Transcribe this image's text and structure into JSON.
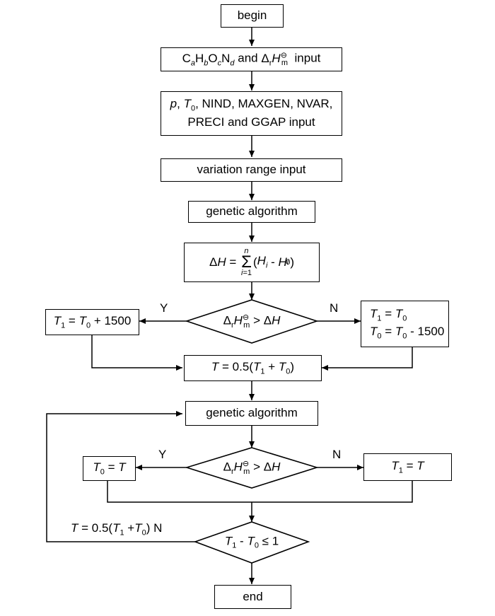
{
  "flowchart": {
    "begin": "begin",
    "input1": {
      "formula": "CaHbOcNd",
      "and": "and",
      "enthalpy": "ΔrHm⊖",
      "input": "input"
    },
    "input2": {
      "line1": "p, T0, NIND, MAXGEN, NVAR,",
      "line2": "PRECI and GGAP input"
    },
    "range_input": "variation range input",
    "ga1": "genetic algorithm",
    "delta_h": "ΔH = Σ(i=1..n) (Hi - Hi0)",
    "decision1": {
      "text": "ΔrHm⊖ > ΔH",
      "yes": "Y",
      "no": "N"
    },
    "yes1": "T1 = T0 + 1500",
    "no1": {
      "line1": "T1 = T0",
      "line2": "T0 = T0 - 1500"
    },
    "t_mid": "T = 0.5(T1 + T0)",
    "ga2": "genetic algorithm",
    "decision2": {
      "text": "ΔrHm⊖ > ΔH",
      "yes": "Y",
      "no": "N"
    },
    "yes2": "T0 = T",
    "no2": "T1 = T",
    "decision3": {
      "text": "T1 - T0 ≤ 1"
    },
    "loop_label": "T = 0.5(T1 + T0) N",
    "end": "end"
  }
}
